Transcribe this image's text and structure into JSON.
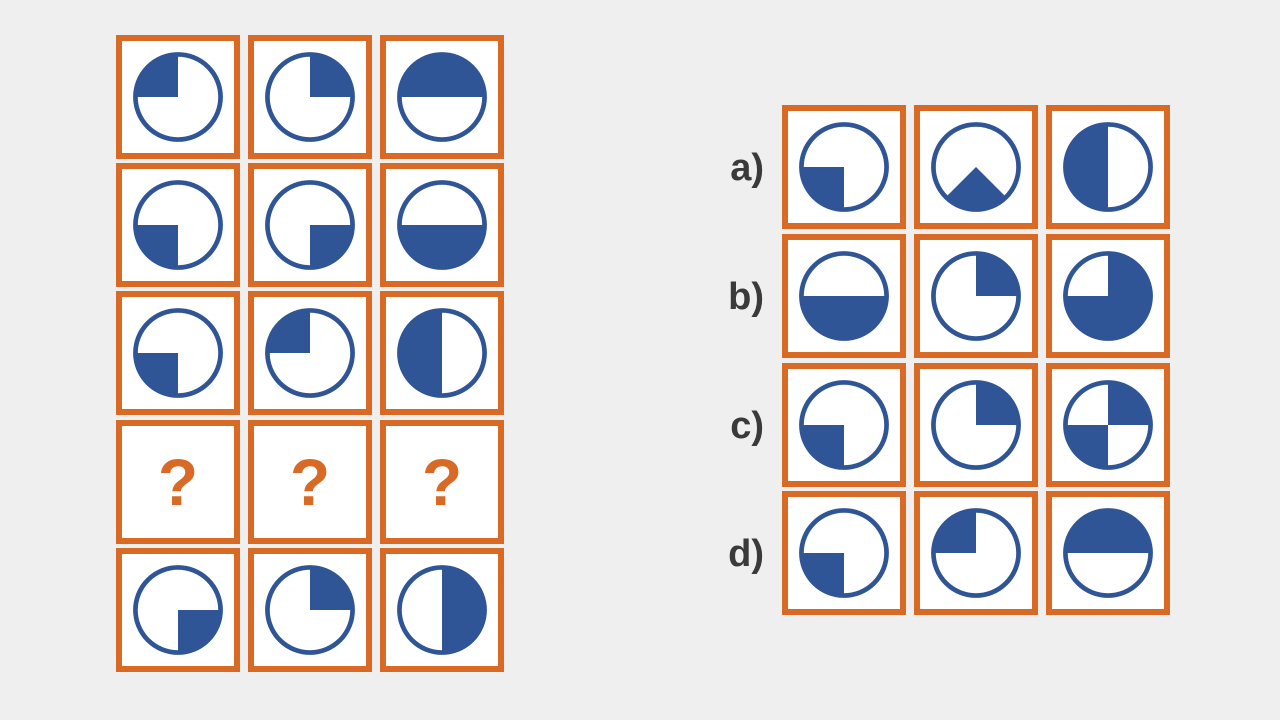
{
  "colors": {
    "frame": "#d86a25",
    "fill": "#2f5597",
    "background": "#efefef",
    "label": "#3a3a3a"
  },
  "puzzle": {
    "rows": [
      [
        "quarter-top-left",
        "quarter-top-right",
        "half-top"
      ],
      [
        "quarter-bottom-left",
        "quarter-bottom-right",
        "half-bottom"
      ],
      [
        "quarter-bottom-left",
        "quarter-top-left",
        "half-left"
      ],
      [
        "?",
        "?",
        "?"
      ],
      [
        "quarter-bottom-right",
        "quarter-top-right",
        "half-right"
      ]
    ]
  },
  "options": [
    {
      "label": "a)",
      "tiles": [
        "quarter-bottom-left",
        "triangle-bottom",
        "half-left"
      ]
    },
    {
      "label": "b)",
      "tiles": [
        "half-bottom",
        "quarter-top-right",
        "three-quarter-except-top-left"
      ]
    },
    {
      "label": "c)",
      "tiles": [
        "quarter-bottom-left",
        "quarter-top-right",
        "quarters-top-right-bottom-left"
      ]
    },
    {
      "label": "d)",
      "tiles": [
        "quarter-bottom-left",
        "quarter-top-left",
        "half-top"
      ]
    }
  ]
}
